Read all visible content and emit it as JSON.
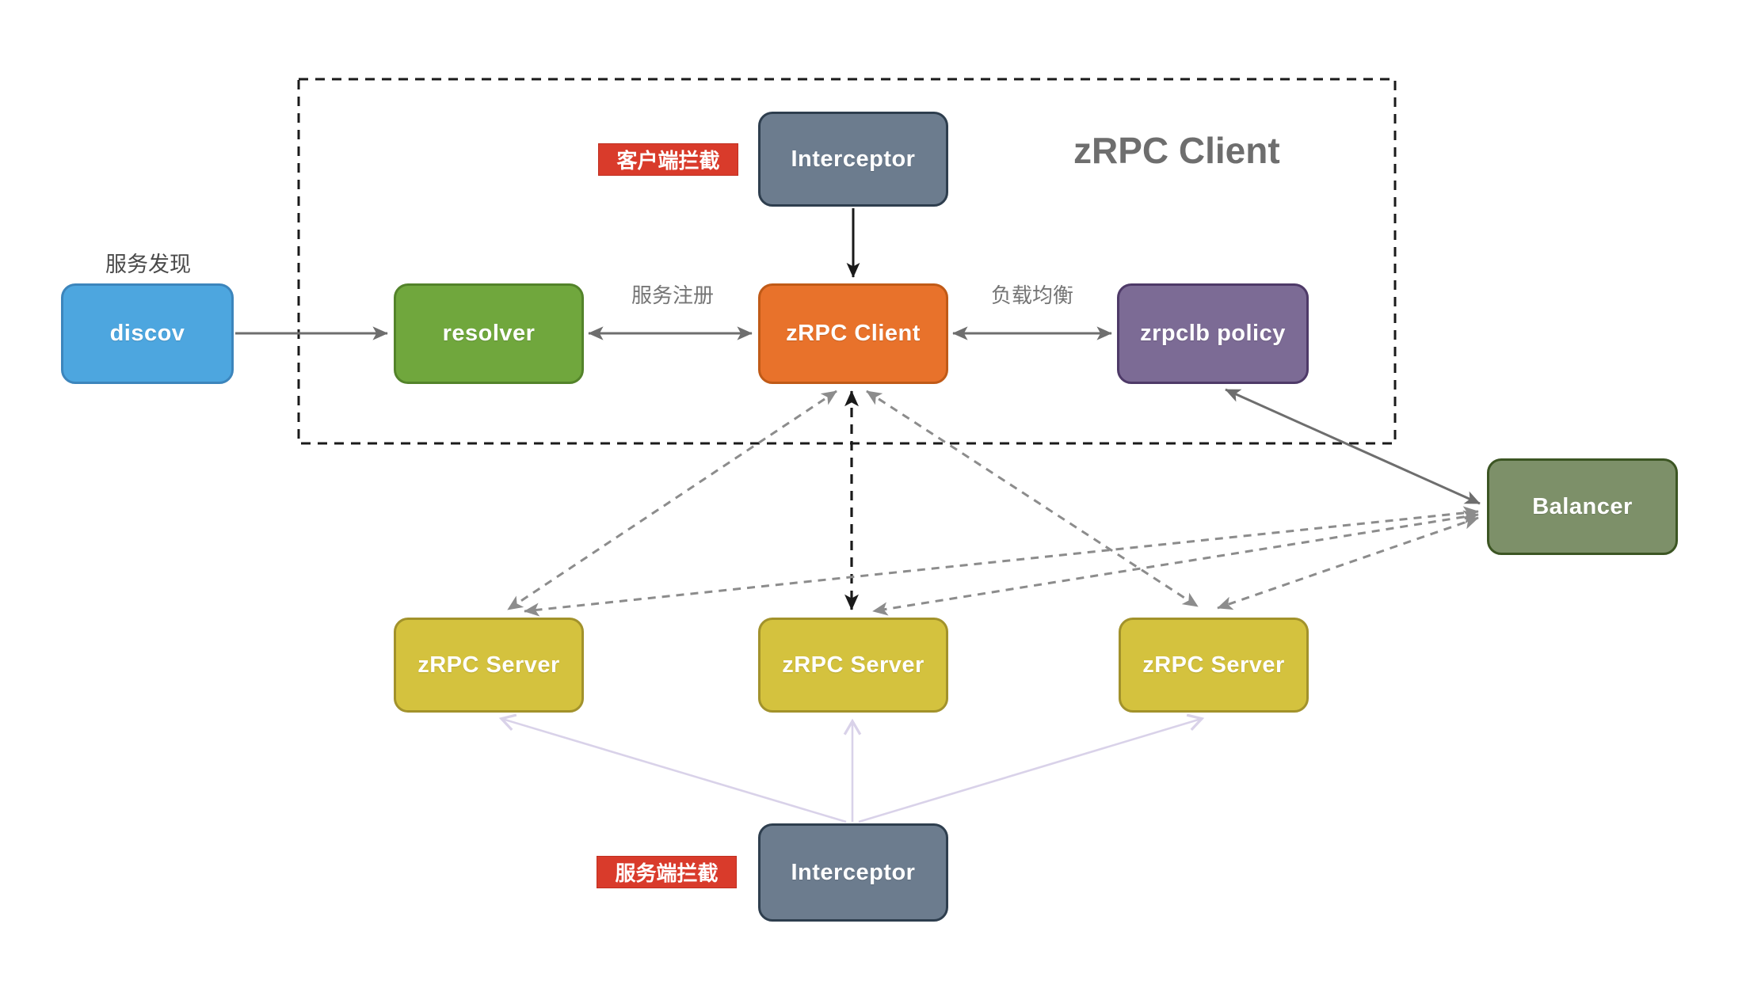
{
  "title": "zRPC Client",
  "nodes": {
    "discov": {
      "label": "discov",
      "fill": "#4DA6DF",
      "border": "#3C85BC"
    },
    "resolver": {
      "label": "resolver",
      "fill": "#70A73D",
      "border": "#53832A"
    },
    "zrpc_client": {
      "label": "zRPC Client",
      "fill": "#E8722B",
      "border": "#C05A17"
    },
    "zrpclb_policy": {
      "label": "zrpclb policy",
      "fill": "#7C6B95",
      "border": "#4E3A68"
    },
    "interceptor_top": {
      "label": "Interceptor",
      "fill": "#6C7C8E",
      "border": "#2E3E4E"
    },
    "balancer": {
      "label": "Balancer",
      "fill": "#7D9069",
      "border": "#3C5523"
    },
    "server_left": {
      "label": "zRPC Server",
      "fill": "#D4C23E",
      "border": "#A2922B"
    },
    "server_mid": {
      "label": "zRPC Server",
      "fill": "#D4C23E",
      "border": "#A2922B"
    },
    "server_right": {
      "label": "zRPC Server",
      "fill": "#D4C23E",
      "border": "#A2922B"
    },
    "interceptor_bottom": {
      "label": "Interceptor",
      "fill": "#6C7C8E",
      "border": "#2E3E4E"
    }
  },
  "annotations": {
    "service_discovery": "服务发现",
    "service_registration": "服务注册",
    "load_balancing": "负载均衡",
    "client_intercept": "客户端拦截",
    "server_intercept": "服务端拦截"
  },
  "colors": {
    "red_tag_bg": "#D93B2B",
    "red_tag_border": "#C02E1F",
    "title_gray": "#6E6E6E",
    "label_dark_gray": "#4A4A4A",
    "label_mid_gray": "#757575",
    "connector_gray": "#6E6E6E",
    "connector_dash_gray": "#8C8C8C",
    "connector_black": "#1A1A1A",
    "connector_lavender": "#D9D2E9",
    "container_border": "#1A1A1A",
    "node_text": "#FFFFFF"
  },
  "edges": [
    {
      "from": "discov",
      "to": "resolver",
      "style": "solid",
      "arrows": "to"
    },
    {
      "from": "resolver",
      "to": "zrpc_client",
      "style": "solid",
      "arrows": "both",
      "label": "服务注册"
    },
    {
      "from": "zrpc_client",
      "to": "zrpclb_policy",
      "style": "solid",
      "arrows": "both",
      "label": "负载均衡"
    },
    {
      "from": "interceptor_top",
      "to": "zrpc_client",
      "style": "solid",
      "arrows": "to"
    },
    {
      "from": "zrpclb_policy",
      "to": "balancer",
      "style": "solid",
      "arrows": "both"
    },
    {
      "from": "zrpc_client",
      "to": "server_left",
      "style": "dashed",
      "arrows": "both"
    },
    {
      "from": "zrpc_client",
      "to": "server_mid",
      "style": "dashed",
      "arrows": "both"
    },
    {
      "from": "zrpc_client",
      "to": "server_right",
      "style": "dashed",
      "arrows": "both"
    },
    {
      "from": "balancer",
      "to": "server_left",
      "style": "dashed",
      "arrows": "both"
    },
    {
      "from": "balancer",
      "to": "server_mid",
      "style": "dashed",
      "arrows": "both"
    },
    {
      "from": "balancer",
      "to": "server_right",
      "style": "dashed",
      "arrows": "both"
    },
    {
      "from": "interceptor_bottom",
      "to": "server_left",
      "style": "solid-light",
      "arrows": "to"
    },
    {
      "from": "interceptor_bottom",
      "to": "server_mid",
      "style": "solid-light",
      "arrows": "to"
    },
    {
      "from": "interceptor_bottom",
      "to": "server_right",
      "style": "solid-light",
      "arrows": "to"
    }
  ]
}
